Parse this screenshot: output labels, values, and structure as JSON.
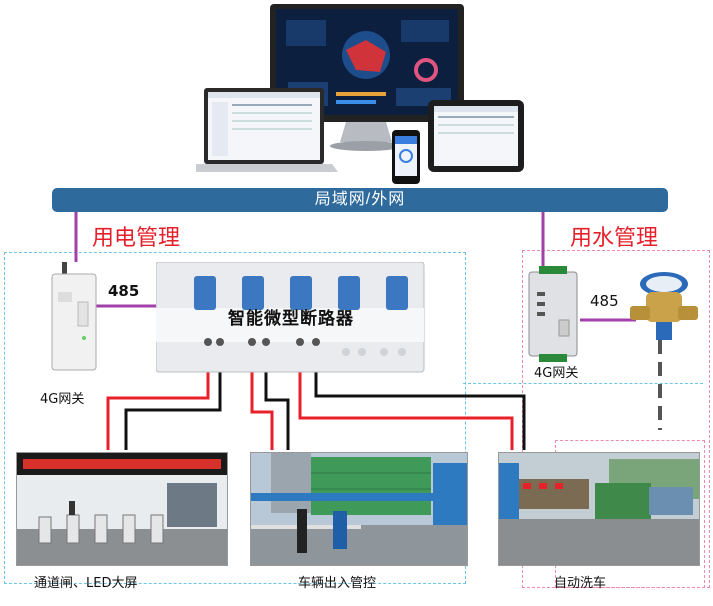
{
  "network_label": "局域网/外网",
  "power_section_title": "用电管理",
  "water_section_title": "用水管理",
  "power_gateway_label": "4G网关",
  "water_gateway_label": "4G网关",
  "protocol_power": "485",
  "protocol_water": "485",
  "breaker_label": "智能微型断路器",
  "device_gate_label": "通道闸、LED大屏",
  "device_vehicle_label": "车辆出入管控",
  "device_wash_label": "自动洗车",
  "colors": {
    "bus": "#2e6a9c",
    "title": "#e6202a",
    "link": "#a040a8",
    "live": "#e8202a",
    "neutral": "#111111",
    "dash_blue": "#6fc3e6",
    "dash_pink": "#f08aa6"
  }
}
